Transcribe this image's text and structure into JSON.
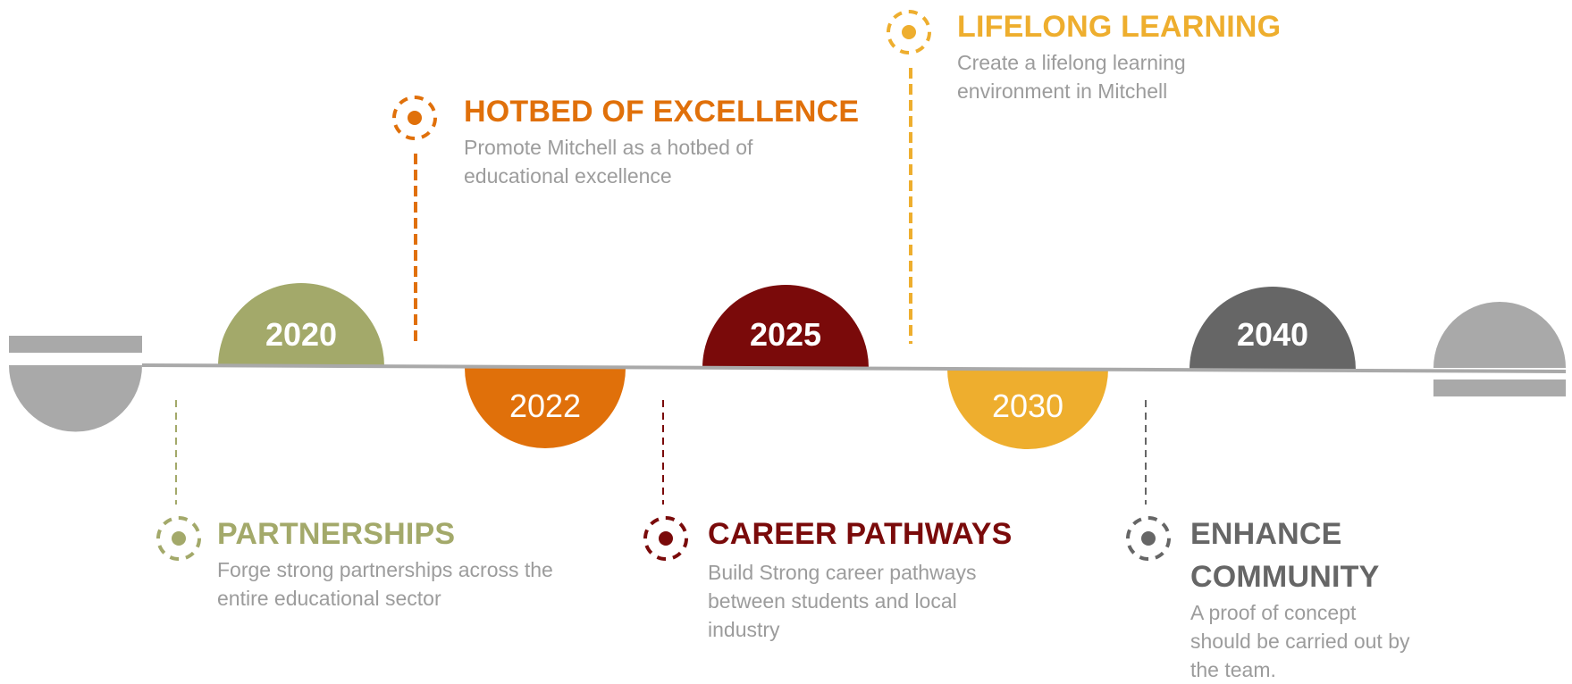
{
  "colors": {
    "green": "#a3a96a",
    "orange": "#e0700a",
    "maroon": "#7a0a0a",
    "yellow": "#eeae2e",
    "gray": "#666666",
    "light_gray": "#a9a9a9",
    "description_text": "#9c9c9c"
  },
  "milestones": [
    {
      "year": "2020",
      "title": "PARTNERSHIPS",
      "description": "Forge strong partnerships across the entire educational sector",
      "color": "#a3a96a"
    },
    {
      "year": "2022",
      "title": "HOTBED OF EXCELLENCE",
      "description": "Promote Mitchell as a hotbed of educational excellence",
      "color": "#e0700a"
    },
    {
      "year": "2025",
      "title": "CAREER PATHWAYS",
      "description": "Build Strong career pathways between students and local industry",
      "color": "#7a0a0a"
    },
    {
      "year": "2030",
      "title": "LIFELONG LEARNING",
      "description": "Create a lifelong learning environment in Mitchell",
      "color": "#eeae2e"
    },
    {
      "year": "2040",
      "title": "ENHANCE COMMUNITY",
      "description": "A proof of concept should be carried out by the team.",
      "color": "#666666"
    }
  ]
}
